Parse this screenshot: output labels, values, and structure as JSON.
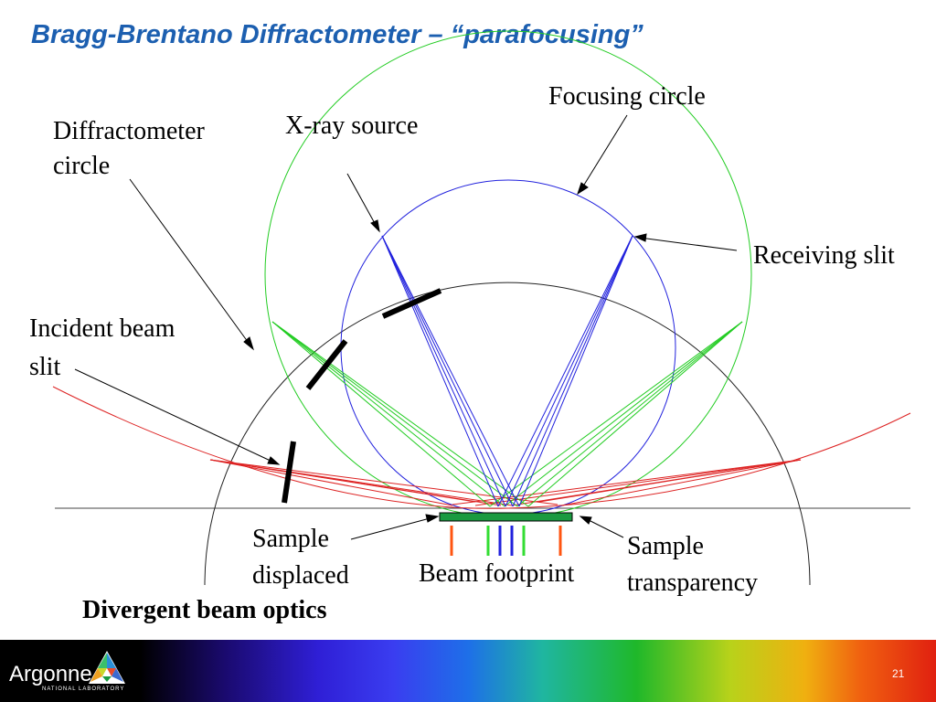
{
  "slide": {
    "title": "Bragg-Brentano Diffractometer – “parafocusing”",
    "subtitle": "Divergent beam optics",
    "page_number": "21"
  },
  "labels": {
    "focusing_circle": "Focusing circle",
    "xray_source": "X-ray source",
    "diffractometer_circle_1": "Diffractometer",
    "diffractometer_circle_2": "circle",
    "receiving_slit": "Receiving slit",
    "incident_slit_1": "Incident beam",
    "incident_slit_2": "slit",
    "sample_displaced_1": "Sample",
    "sample_displaced_2": "displaced",
    "beam_footprint": "Beam footprint",
    "sample_transparency_1": "Sample",
    "sample_transparency_2": "transparency"
  },
  "footer": {
    "logo_main": "Argonne",
    "logo_sub": "NATIONAL LABORATORY"
  },
  "colors": {
    "title": "#1c5fb0",
    "focusing_circle": "#2222dd",
    "green_rays": "#22cc22",
    "red_rays": "#dd2222",
    "sample": "#1a9a40"
  }
}
